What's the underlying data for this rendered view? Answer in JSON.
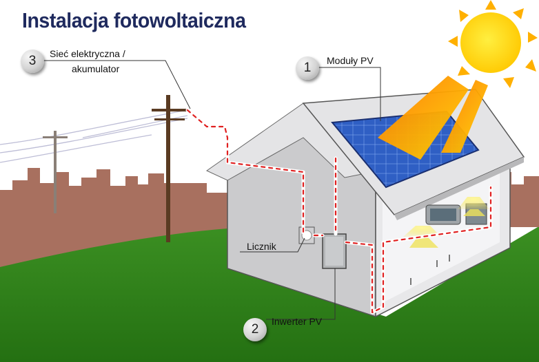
{
  "title": "Instalacja fotowoltaiczna",
  "callouts": {
    "pv_modules": {
      "number": "1",
      "label": "Moduły PV"
    },
    "inverter": {
      "number": "2",
      "label": "Inwerter PV"
    },
    "grid": {
      "number": "3",
      "label_line1": "Sieć elektryczna /",
      "label_line2": "akumulator"
    },
    "meter": {
      "label": "Licznik"
    }
  },
  "colors": {
    "title": "#1f2a5e",
    "sky": "#ffffff",
    "grass": "#2e7d1c",
    "city": "#a46a5a",
    "house_wall": "#cfcfd1",
    "roof": "#dcdcde",
    "solar_panel": "#2f5fc4",
    "sun": "#ffd000",
    "sun_rays": "#f08a00",
    "cable": "#e02020"
  }
}
